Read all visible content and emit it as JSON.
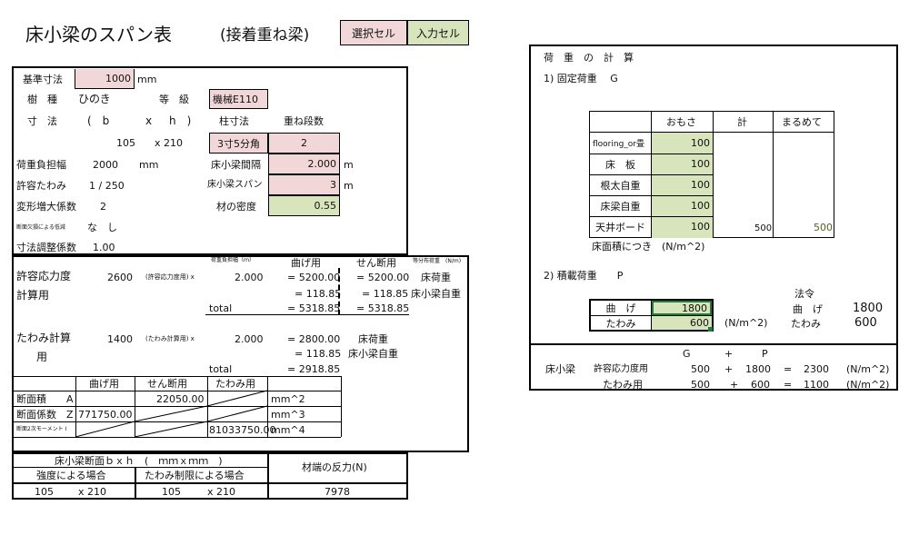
{
  "title": {
    "main": "床小梁のスパン表",
    "sub": "(接着重ね梁)",
    "legend_select": "選択セル",
    "legend_input": "入力セル"
  },
  "colors": {
    "select": "#f2d7d9",
    "input": "#d8e4bc",
    "border": "#000000"
  },
  "left": {
    "base_label": "基準寸法",
    "base_value": "1000",
    "base_unit": "mm",
    "species_label": "樹　種",
    "species_value": "ひのき",
    "grade_label": "等　級",
    "grade_value": "機械E110",
    "size_label": "寸　法",
    "size_b": "(　b",
    "size_x": "x",
    "size_h": "h　)",
    "col_label": "柱寸法",
    "layers_label": "重ね段数",
    "size_b_val": "105",
    "size_h_val": "x 210",
    "col_value": "3寸5分角",
    "layers_value": "2",
    "load_width_label": "荷重負担幅",
    "load_width_value": "2000",
    "load_width_unit": "mm",
    "beam_spacing_label": "床小梁間隔",
    "beam_spacing_value": "2.000",
    "beam_spacing_unit": "m",
    "defl_label": "許容たわみ",
    "defl_value": "1 / 250",
    "span_label": "床小梁スパン",
    "span_value": "3",
    "span_unit": "m",
    "creep_label": "変形増大係数",
    "creep_value": "2",
    "density_label": "材の密度",
    "density_value": "0.55",
    "section_loss_label": "断面欠損による低減",
    "section_loss_value": "な　し",
    "size_adj_label": "寸法調整係数",
    "size_adj_value": "1.00"
  },
  "calc": {
    "head_load_width": "荷重負担幅（ｍ）",
    "head_bending": "曲げ用",
    "head_shear": "せん断用",
    "head_dist": "等分布荷重　(N/m)",
    "stress_label_1": "許容応力度",
    "stress_label_2": "計算用",
    "stress_value": "2600",
    "stress_note": "(許容応力度用) x",
    "stress_width": "2.000",
    "stress_b1": "= 5200.00",
    "stress_s1": "= 5200.00",
    "stress_d1": "床荷重",
    "stress_b2": "= 118.85",
    "stress_s2": "= 118.85",
    "stress_d2": "床小梁自重",
    "stress_total_label": "total",
    "stress_b3": "= 5318.85",
    "stress_s3": "= 5318.85",
    "defl_label_1": "たわみ計算",
    "defl_label_2": "用",
    "defl_value": "1400",
    "defl_note": "(たわみ計算用) x",
    "defl_width": "2.000",
    "defl_b1": "= 2800.00",
    "defl_d1": "床荷重",
    "defl_b2": "= 118.85",
    "defl_d2": "床小梁自重",
    "defl_total_label": "total",
    "defl_b3": "= 2918.85"
  },
  "section": {
    "col_bending": "曲げ用",
    "col_shear": "せん断用",
    "col_defl": "たわみ用",
    "area_label": "断面積　　A",
    "area_shear": "22050.00",
    "area_unit": "mm^2",
    "modulus_label": "断面係数　Z",
    "modulus_bending": "771750.00",
    "modulus_unit": "mm^3",
    "inertia_label": "断面2次モーメント I",
    "inertia_defl": "81033750.00",
    "inertia_unit": "mm^4"
  },
  "result": {
    "header": "床小梁断面ｂｘｈ　(　ｍｍｘｍｍ　)",
    "strength_label": "強度による場合",
    "defl_label": "たわみ制限による場合",
    "reaction_label": "材端の反力(N)",
    "strength_b": "105",
    "strength_h": "x 210",
    "defl_b": "105",
    "defl_h": "x 210",
    "reaction_value": "7978"
  },
  "right": {
    "title": "荷　重　の　計　算",
    "fixed_label": "1)  固定荷重　 G",
    "table_headers": [
      "",
      "おもさ",
      "計",
      "まるめて"
    ],
    "table_rows": [
      {
        "label": "flooring_or畳",
        "value": "100"
      },
      {
        "label": "床　板",
        "value": "100"
      },
      {
        "label": "根太自重",
        "value": "100"
      },
      {
        "label": "床梁自重",
        "value": "100"
      },
      {
        "label": "天井ボード",
        "value": "100"
      }
    ],
    "total_sum": "500",
    "total_round": "500",
    "area_note": "床面積につき　(N/m^2)",
    "live_label": "2)  積載荷重　　P",
    "law_label": "法令",
    "bending_label": "曲　げ",
    "bending_value": "1800",
    "defl_label": "たわみ",
    "defl_value": "600",
    "unit_note": "(N/m^2)",
    "law_bending_label": "曲　げ",
    "law_bending_value": "1800",
    "law_defl_label": "たわみ",
    "law_defl_value": "600",
    "sum_g": "G",
    "sum_plus": "+",
    "sum_p": "P",
    "beam_label": "床小梁",
    "sum_row1_label": "許容応力度用",
    "sum_row1_g": "500",
    "sum_row1_plus": "+",
    "sum_row1_p": "1800",
    "sum_row1_eq": "=",
    "sum_row1_total": "2300",
    "sum_row1_unit": "(N/m^2)",
    "sum_row2_label": "たわみ用",
    "sum_row2_g": "500",
    "sum_row2_plus": "+",
    "sum_row2_p": "600",
    "sum_row2_eq": "=",
    "sum_row2_total": "1100",
    "sum_row2_unit": "(N/m^2)"
  }
}
